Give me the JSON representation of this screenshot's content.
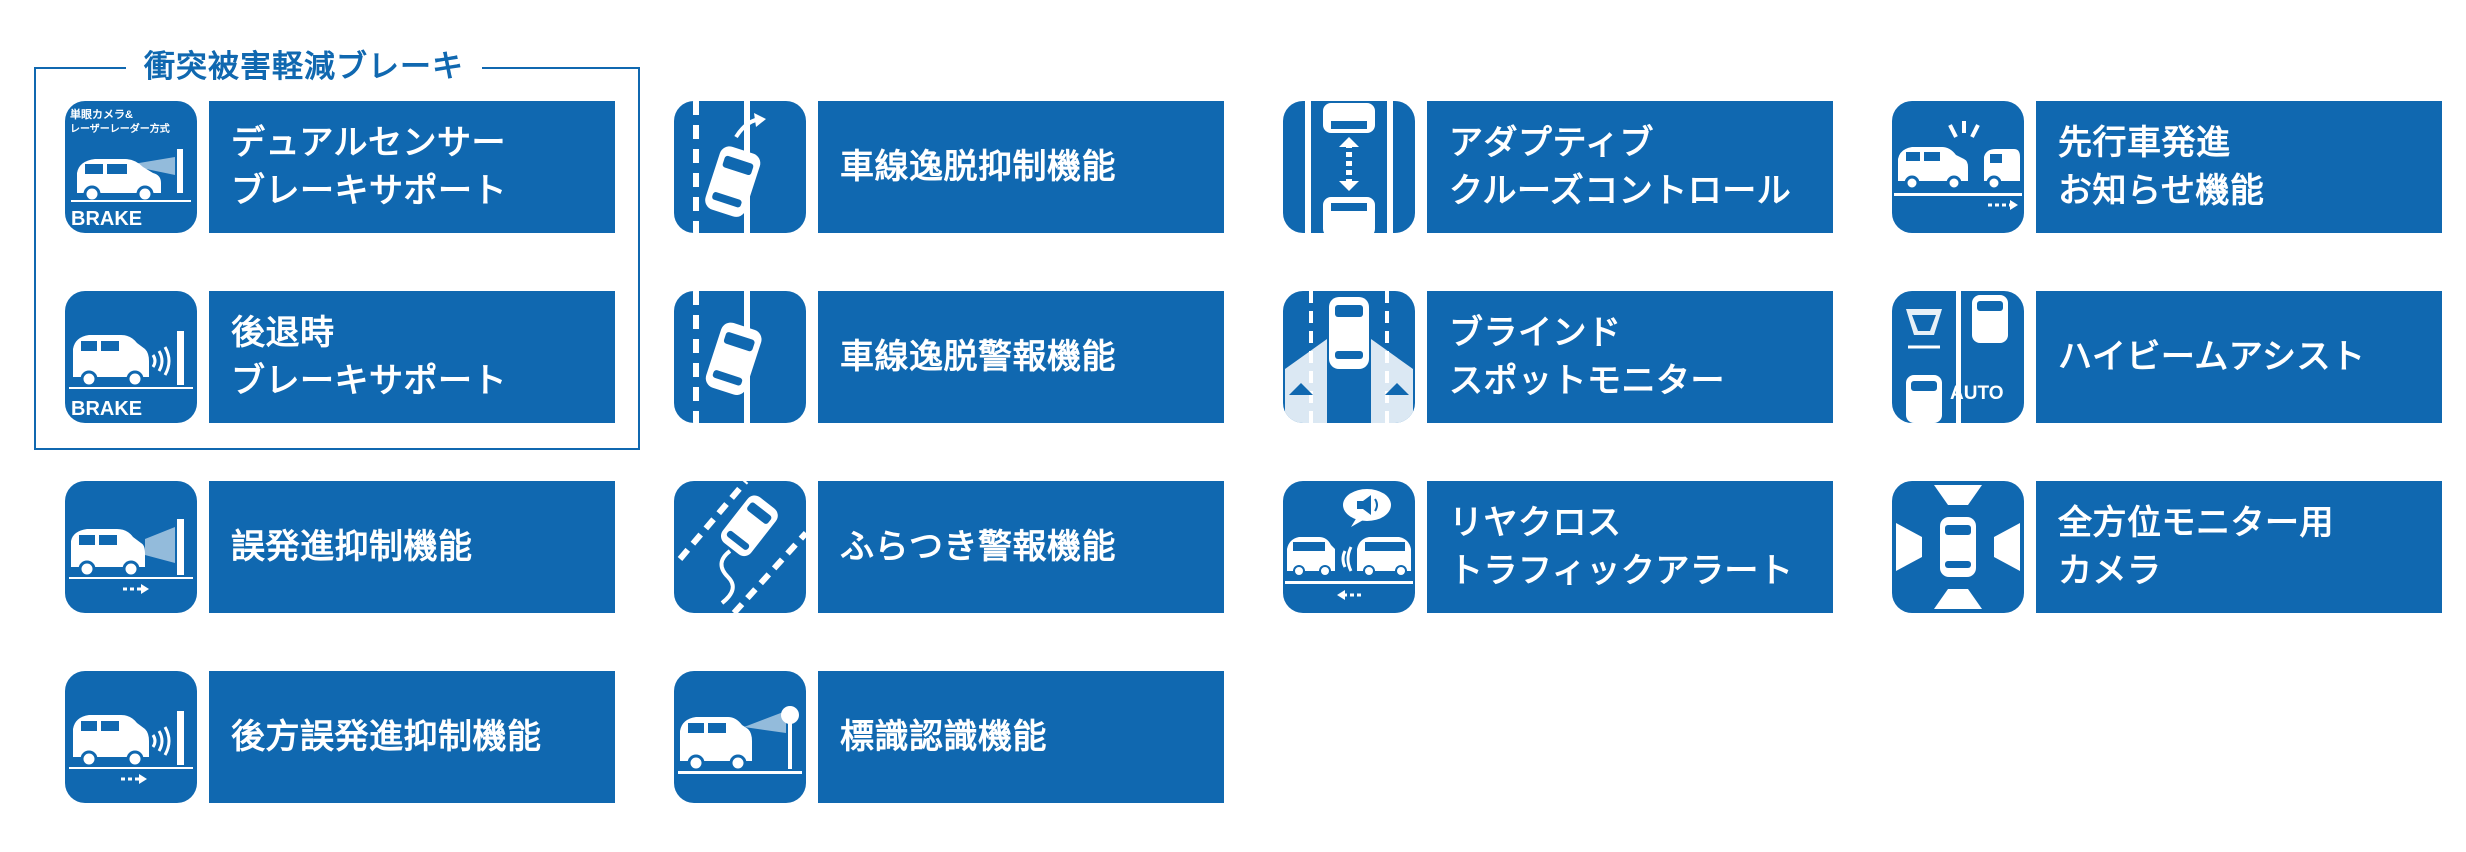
{
  "group": {
    "title": "衝突被害軽減ブレーキ"
  },
  "colors": {
    "brand_blue": "#1068b0",
    "background": "#ffffff",
    "icon_fg": "#ffffff"
  },
  "features": [
    {
      "id": "dual-sensor-brake-support",
      "icon": "dual-sensor-car-icon",
      "lines": [
        "デュアルセンサー",
        "ブレーキサポート"
      ],
      "icon_lines": [
        "単眼カメラ&",
        "レーザーレーダー方式"
      ],
      "icon_caption": "BRAKE"
    },
    {
      "id": "lane-departure-control",
      "icon": "lane-departure-control-icon",
      "lines": [
        "車線逸脱抑制機能"
      ]
    },
    {
      "id": "adaptive-cruise-control",
      "icon": "adaptive-cruise-icon",
      "lines": [
        "アダプティブ",
        "クルーズコントロール"
      ]
    },
    {
      "id": "lead-vehicle-start-alert",
      "icon": "lead-vehicle-start-icon",
      "lines": [
        "先行車発進",
        "お知らせ機能"
      ]
    },
    {
      "id": "reverse-brake-support",
      "icon": "reverse-brake-icon",
      "lines": [
        "後退時",
        "ブレーキサポート"
      ],
      "icon_caption": "BRAKE"
    },
    {
      "id": "lane-departure-warning",
      "icon": "lane-departure-warning-icon",
      "lines": [
        "車線逸脱警報機能"
      ]
    },
    {
      "id": "blind-spot-monitor",
      "icon": "blind-spot-icon",
      "lines": [
        "ブラインド",
        "スポットモニター"
      ]
    },
    {
      "id": "high-beam-assist",
      "icon": "high-beam-icon",
      "lines": [
        "ハイビームアシスト"
      ],
      "icon_caption": "AUTO"
    },
    {
      "id": "false-start-control",
      "icon": "false-start-icon",
      "lines": [
        "誤発進抑制機能"
      ]
    },
    {
      "id": "wandering-alert",
      "icon": "wandering-alert-icon",
      "lines": [
        "ふらつき警報機能"
      ]
    },
    {
      "id": "rear-cross-traffic-alert",
      "icon": "rear-cross-traffic-icon",
      "lines": [
        "リヤクロス",
        "トラフィックアラート"
      ]
    },
    {
      "id": "panoramic-view-camera",
      "icon": "panoramic-camera-icon",
      "lines": [
        "全方位モニター用",
        "カメラ"
      ]
    },
    {
      "id": "rear-false-start-control",
      "icon": "rear-false-start-icon",
      "lines": [
        "後方誤発進抑制機能"
      ]
    },
    {
      "id": "traffic-sign-recognition",
      "icon": "sign-recognition-icon",
      "lines": [
        "標識認識機能"
      ]
    }
  ]
}
